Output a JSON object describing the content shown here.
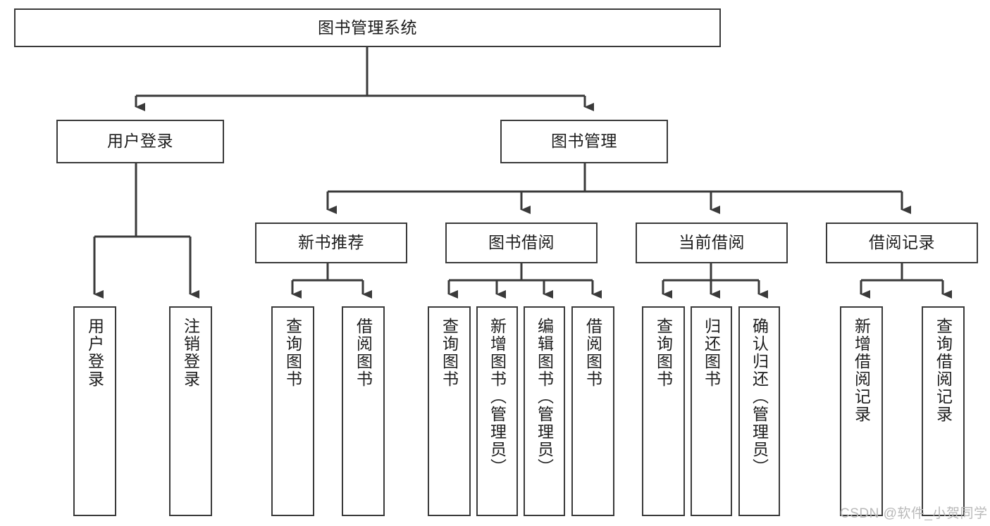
{
  "diagram": {
    "title": "图书管理系统",
    "type": "tree-hierarchy-chart",
    "orientation": "top-down",
    "colors": {
      "box_border": "#3a3a3a",
      "box_fill": "#ffffff",
      "connector": "#3a3a3a",
      "text": "#1d1d1d",
      "watermark": "#b9b9b9"
    },
    "root": {
      "label": "图书管理系统"
    },
    "level2": [
      {
        "label": "用户登录"
      },
      {
        "label": "图书管理"
      }
    ],
    "level3": [
      {
        "label": "新书推荐"
      },
      {
        "label": "图书借阅"
      },
      {
        "label": "当前借阅"
      },
      {
        "label": "借阅记录"
      }
    ],
    "leaves": {
      "user_login": [
        {
          "label": "用户登录"
        },
        {
          "label": "注销登录"
        }
      ],
      "new_book_recommend": [
        {
          "label": "查询图书"
        },
        {
          "label": "借阅图书"
        }
      ],
      "book_borrow": [
        {
          "label": "查询图书"
        },
        {
          "label": "新增图书（管理员）"
        },
        {
          "label": "编辑图书（管理员）"
        },
        {
          "label": "借阅图书"
        }
      ],
      "current_borrow": [
        {
          "label": "查询图书"
        },
        {
          "label": "归还图书"
        },
        {
          "label": "确认归还（管理员）"
        }
      ],
      "borrow_record": [
        {
          "label": "新增借阅记录"
        },
        {
          "label": "查询借阅记录"
        }
      ]
    }
  },
  "watermark": {
    "text": "CSDN @软件_小贺同学"
  }
}
